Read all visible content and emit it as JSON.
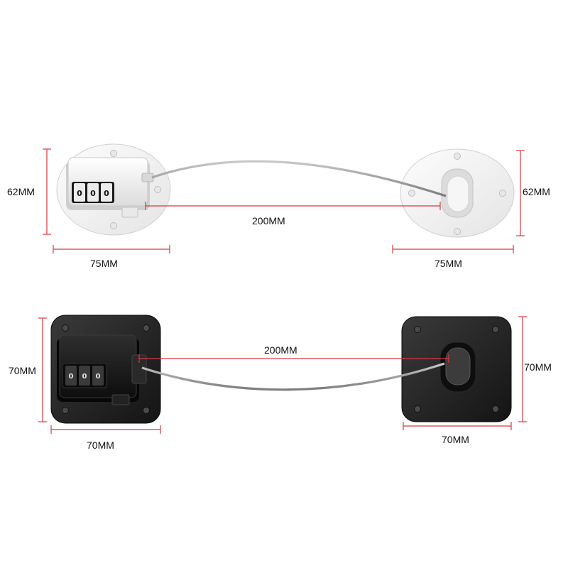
{
  "colors": {
    "dimension_line": "#d9383f",
    "white_lock_body": "#f4f4f4",
    "black_lock_body": "#1f1f1f",
    "cable": "#9a9a9a"
  },
  "white_lock": {
    "height_left": "62MM",
    "height_right": "62MM",
    "width_left": "75MM",
    "width_right": "75MM",
    "cable_length": "200MM",
    "dial_digits": [
      "0",
      "0",
      "0"
    ]
  },
  "black_lock": {
    "height_left": "70MM",
    "height_right": "70MM",
    "width_left": "70MM",
    "width_right": "70MM",
    "cable_length": "200MM",
    "dial_digits": [
      "0",
      "0",
      "0"
    ]
  },
  "icons": [
    "combination-lock-icon",
    "steel-cable-icon",
    "anchor-plate-icon"
  ]
}
